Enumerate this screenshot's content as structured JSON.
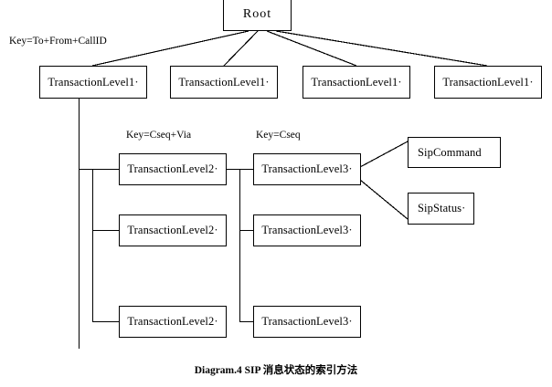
{
  "diagram": {
    "caption": "Diagram.4 SIP 消息状态的索引方法",
    "root": {
      "label": "Root"
    },
    "key_labels": [
      {
        "id": "key-level1",
        "text": "Key=To+From+CallID"
      },
      {
        "id": "key-level2",
        "text": "Key=Cseq+Via"
      },
      {
        "id": "key-level3",
        "text": "Key=Cseq"
      }
    ],
    "level1_nodes": [
      {
        "label": "TransactionLevel1·"
      },
      {
        "label": "TransactionLevel1·"
      },
      {
        "label": "TransactionLevel1·"
      },
      {
        "label": "TransactionLevel1·"
      }
    ],
    "level2_nodes": [
      {
        "label": "TransactionLevel2·"
      },
      {
        "label": "TransactionLevel2·"
      },
      {
        "label": "TransactionLevel2·"
      }
    ],
    "level3_nodes": [
      {
        "label": "TransactionLevel3·"
      },
      {
        "label": "TransactionLevel3·"
      },
      {
        "label": "TransactionLevel3·"
      }
    ],
    "leaf_nodes": [
      {
        "label": "SipCommand"
      },
      {
        "label": "SipStatus·"
      }
    ],
    "colors": {
      "stroke": "#000000",
      "fill": "#ffffff",
      "text": "#000000"
    }
  }
}
